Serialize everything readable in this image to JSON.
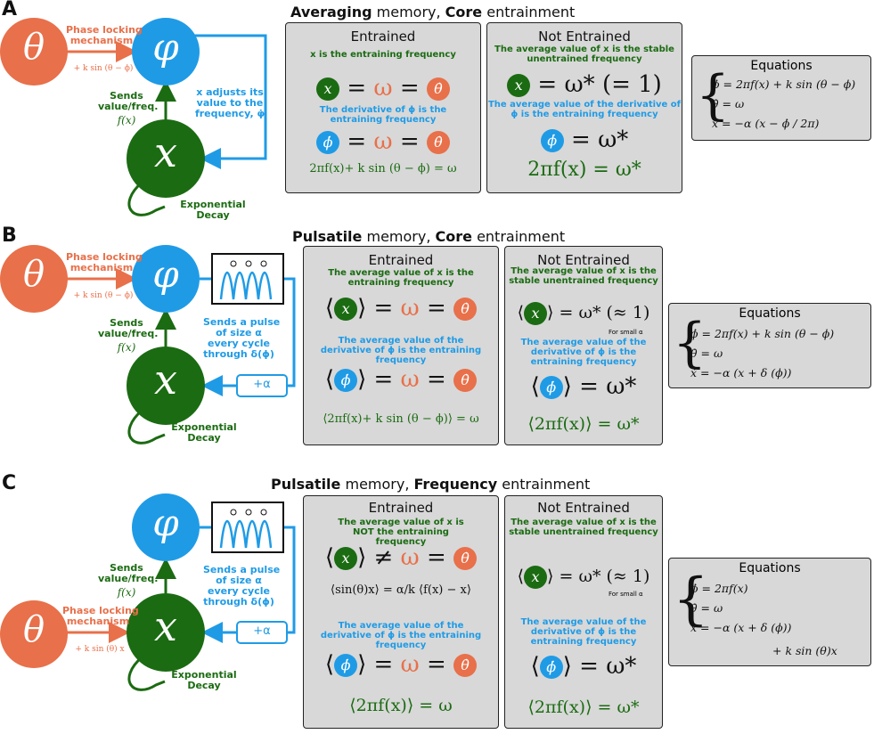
{
  "panels": [
    {
      "letter": "A",
      "title_a": "Averaging",
      "title_b": " memory, ",
      "title_c": "Core",
      "title_d": " entrainment",
      "theta": "θ",
      "phi": "φ",
      "x": "x",
      "phase_lock": "Phase locking\nmechanism",
      "coupling": "+ k sin (θ − ϕ)",
      "sends": "Sends\nvalue/freq.",
      "fx": "f(x)",
      "side": "x adjusts its\nvalue to the\nfrequency, φ̇",
      "decay": "Exponential\nDecay",
      "entrained": {
        "head": "Entrained",
        "note1": "x is the entraining frequency",
        "note2": "The derivative of ϕ is the entraining frequency",
        "eq3": "2πf(x)+ k sin (θ − ϕ) = ω"
      },
      "not_entrained": {
        "head": "Not Entrained",
        "note1": "The average value of x is the stable unentrained frequency",
        "note2": "The average value of the derivative of ϕ is the entraining frequency",
        "eq1_rhs": "= ω* (= 1)",
        "eq3": "2πf(x) = ω*"
      },
      "equations": {
        "head": "Equations",
        "l1": "ϕ̇ = 2πf(x) + k sin (θ − ϕ)",
        "l2": "θ̇ = ω",
        "l3": "ẋ = −α (x − ϕ̇ / 2π)"
      }
    },
    {
      "letter": "B",
      "title_a": "Pulsatile",
      "title_b": " memory, ",
      "title_c": "Core",
      "title_d": " entrainment",
      "phase_lock": "Phase locking\nmechanism",
      "coupling": "+ k sin (θ − ϕ)",
      "sends": "Sends\nvalue/freq.",
      "fx": "f(x)",
      "side": "Sends a pulse\nof size α\nevery cycle\nthrough δ(ϕ)",
      "plus_alpha": "+α",
      "decay": "Exponential\nDecay",
      "entrained": {
        "head": "Entrained",
        "note1": "The average value of x is the entraining frequency",
        "note2": "The average value of the derivative of ϕ is the entraining frequency",
        "eq3": "⟨2πf(x)+ k sin (θ − ϕ)⟩ = ω"
      },
      "not_entrained": {
        "head": "Not Entrained",
        "note1": "The average value of x is the stable unentrained frequency",
        "note2": "The average value of the derivative of ϕ is the entraining frequency",
        "eq1_rhs": "= ω* (≈ 1)",
        "small": "For small α",
        "eq2_rhs": "= ω*",
        "eq3": "⟨2πf(x)⟩ = ω*"
      },
      "equations": {
        "head": "Equations",
        "l1": "ϕ̇ = 2πf(x) + k sin (θ − ϕ)",
        "l2": "θ̇ = ω",
        "l3": "ẋ = −α (x + δ (ϕ))"
      }
    },
    {
      "letter": "C",
      "title_a": "Pulsatile",
      "title_b": " memory, ",
      "title_c": "Frequency",
      "title_d": " entrainment",
      "phase_lock": "Phase locking\nmechanism",
      "coupling": "+ k sin (θ) x",
      "sends": "Sends\nvalue/freq.",
      "fx": "f(x)",
      "side": "Sends a pulse\nof size α\nevery cycle\nthrough δ(ϕ)",
      "plus_alpha": "+α",
      "decay": "Exponential\nDecay",
      "entrained": {
        "head": "Entrained",
        "note1": "The average value of x is NOT the entraining frequency",
        "extra": "⟨sin(θ)x⟩ = α/k ⟨f(x) − x⟩",
        "note2": "The average value of the derivative of ϕ is the entraining frequency",
        "eq3": "⟨2πf(x)⟩ = ω"
      },
      "not_entrained": {
        "head": "Not Entrained",
        "note1": "The average value of x is the stable unentrained frequency",
        "note2": "The average value of the derivative of ϕ is the entraining frequency",
        "eq1_rhs": "= ω* (≈ 1)",
        "small": "For small α",
        "eq2_rhs": "= ω*",
        "eq3": "⟨2πf(x)⟩ = ω*"
      },
      "equations": {
        "head": "Equations",
        "l1": "ϕ̇ = 2πf(x)",
        "l2": "θ̇ = ω",
        "l3": "ẋ = −α (x + δ (ϕ))",
        "l4": "+ k sin (θ)x"
      }
    }
  ],
  "symbols": {
    "omega": "ω",
    "omega_star": "ω*",
    "theta_dot": "θ̇",
    "phi_dot": "ϕ̇",
    "neq": "≠",
    "eq": "="
  },
  "colors": {
    "orange": "#e8704a",
    "blue": "#1f9be6",
    "green": "#1b6b12",
    "box_fill": "#d8d8d8"
  }
}
